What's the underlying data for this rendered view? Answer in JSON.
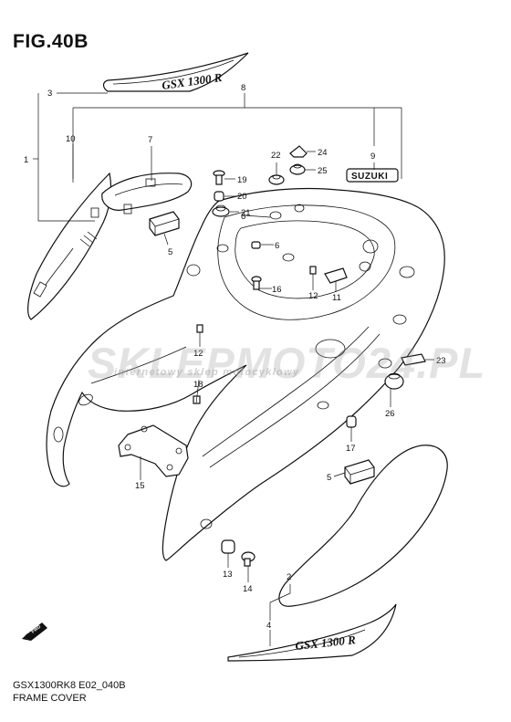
{
  "figure": {
    "title": "FIG.40B",
    "code": "GSX1300RK8 E02_040B",
    "caption": "FRAME COVER"
  },
  "watermark": {
    "brand": "SKLEPMOTO24.PL",
    "tagline": "internetowy sklep motocyklowy",
    "accent_color": "#d9534f"
  },
  "decals": {
    "model_badge": "GSX 1300 R",
    "brand_badge": "SUZUKI"
  },
  "direction_tag": "FWD",
  "callouts": [
    "1",
    "2",
    "3",
    "4",
    "5",
    "5",
    "6",
    "6",
    "7",
    "8",
    "9",
    "10",
    "11",
    "12",
    "12",
    "13",
    "14",
    "15",
    "16",
    "17",
    "18",
    "19",
    "20",
    "21",
    "22",
    "23",
    "24",
    "25",
    "26"
  ]
}
